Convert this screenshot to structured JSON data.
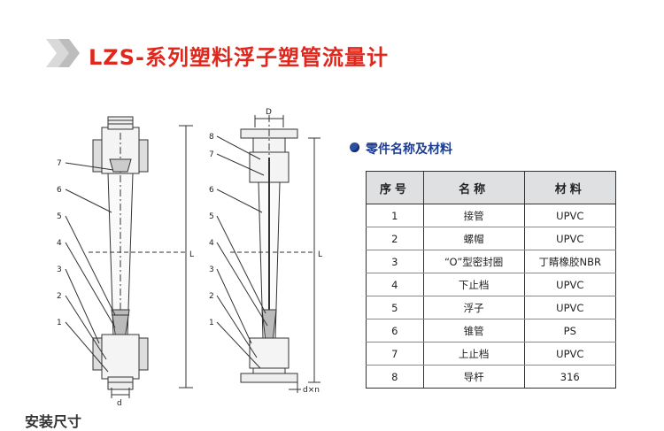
{
  "header": {
    "title": "LZS-系列塑料浮子塑管流量计"
  },
  "drawing": {
    "left_callouts": [
      "7",
      "6",
      "5",
      "4",
      "3",
      "2",
      "1"
    ],
    "right_callouts": [
      "8",
      "7",
      "6",
      "5",
      "4",
      "3",
      "2",
      "1"
    ],
    "dim_D": "D",
    "dim_L_left": "L",
    "dim_L_right": "L",
    "dim_d": "d",
    "dim_dn": "d×n"
  },
  "parts": {
    "heading": "零件名称及材料",
    "columns": [
      "序号",
      "名称",
      "材料"
    ],
    "rows": [
      [
        "1",
        "接管",
        "UPVC"
      ],
      [
        "2",
        "螺帽",
        "UPVC"
      ],
      [
        "3",
        "“O”型密封圈",
        "丁睛橡胶NBR"
      ],
      [
        "4",
        "下止档",
        "UPVC"
      ],
      [
        "5",
        "浮子",
        "UPVC"
      ],
      [
        "6",
        "锥管",
        "PS"
      ],
      [
        "7",
        "上止档",
        "UPVC"
      ],
      [
        "8",
        "导杆",
        "316"
      ]
    ]
  },
  "footer": {
    "text": "安装尺寸"
  }
}
